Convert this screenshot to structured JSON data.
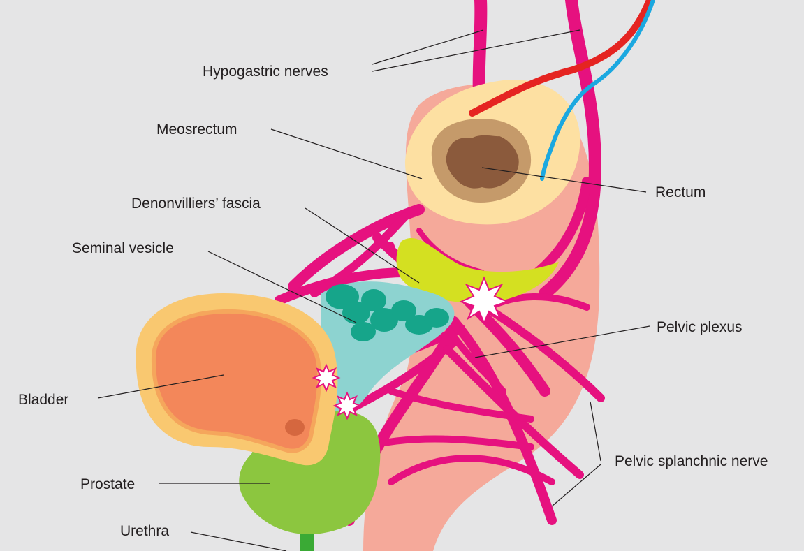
{
  "diagram": {
    "colors": {
      "background": "#e5e5e6",
      "nerve": "#e6117f",
      "mesorectum": "#fde0a2",
      "rectum_wall": "#c59a6a",
      "rectum_lumen": "#8b5a3c",
      "rectum_outer": "#f5a99a",
      "denonvilliers_fascia": "#d4e021",
      "seminal_vesicle_bg": "#8dd3d0",
      "seminal_vesicle": "#16a58a",
      "bladder_outer": "#f9c870",
      "bladder_inner": "#f3875a",
      "prostate": "#8cc63f",
      "urethra": "#3aaa35",
      "artery": "#e52421",
      "vein": "#1ba8e0"
    },
    "labels": {
      "hypogastric_nerves": "Hypogastric nerves",
      "mesorectum": "Meosrectum",
      "rectum": "Rectum",
      "denonvilliers_fascia": "Denonvilliers’ fascia",
      "seminal_vesicle": "Seminal vesicle",
      "pelvic_plexus": "Pelvic plexus",
      "bladder": "Bladder",
      "pelvic_splanchnic_nerve": "Pelvic splanchnic nerve",
      "prostate": "Prostate",
      "urethra": "Urethra"
    }
  }
}
